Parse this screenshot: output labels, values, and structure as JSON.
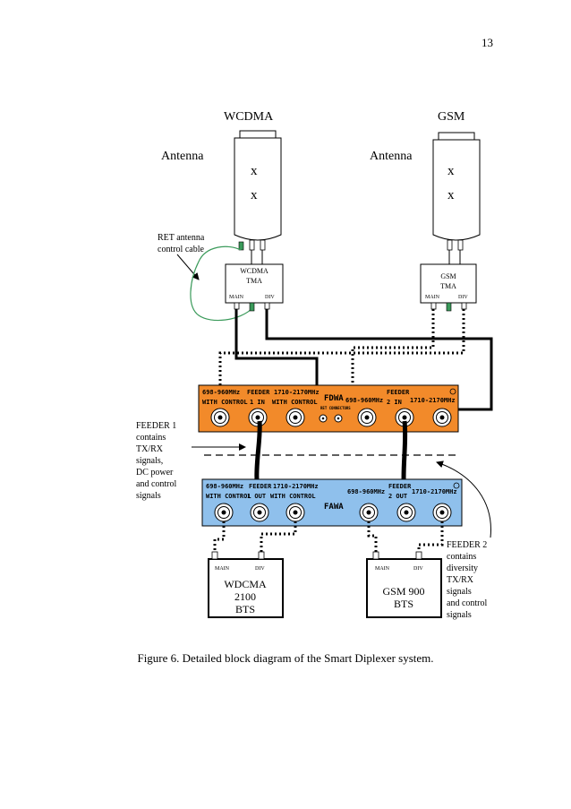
{
  "page_number": "13",
  "caption": "Figure 6. Detailed block diagram of the Smart Diplexer system.",
  "colors": {
    "fdwa": "#f28a2a",
    "fawa": "#8fc0ec",
    "ret_cable": "#3a9a5a"
  },
  "antennas": [
    {
      "system": "WCDMA",
      "label": "Antenna",
      "marks": [
        "x",
        "x"
      ]
    },
    {
      "system": "GSM",
      "label": "Antenna",
      "marks": [
        "x",
        "x"
      ]
    }
  ],
  "tmas": [
    {
      "name_line1": "WCDMA",
      "name_line2": "TMA",
      "main": "MAIN",
      "div": "DIV"
    },
    {
      "name_line1": "GSM",
      "name_line2": "TMA",
      "main": "MAIN",
      "div": "DIV"
    }
  ],
  "ret_label": [
    "RET antenna",
    "control cable"
  ],
  "fdwa": {
    "name": "FDWA",
    "band_low_1": "698-960MHz",
    "with_control_1": "WITH CONTROL",
    "feeder_1_a": "FEEDER",
    "feeder_1_b": "1 IN",
    "band_high_1": "1710-2170MHz",
    "with_control_2": "WITH CONTROL",
    "band_low_2": "698-960MHz",
    "feeder_2_a": "FEEDER",
    "feeder_2_b": "2 IN",
    "band_high_2": "1710-2170MHz",
    "ret_connectors": "RET CONNECTORS"
  },
  "fawa": {
    "name": "FAWA",
    "band_low_1": "698-960MHz",
    "with_control_1": "WITH CONTROL",
    "feeder_1_a": "FEEDER",
    "feeder_1_b": "1 OUT",
    "band_high_1": "1710-2170MHz",
    "with_control_2": "WITH CONTROL",
    "band_low_2": "698-960MHz",
    "feeder_2_a": "FEEDER",
    "feeder_2_b": "2 OUT",
    "band_high_2": "1710-2170MHz"
  },
  "feeder1_note": [
    "FEEDER 1",
    "contains",
    "TX/RX",
    "signals,",
    "DC power",
    "and control",
    "signals"
  ],
  "feeder2_note": [
    "FEEDER 2",
    "contains",
    "diversity",
    "TX/RX",
    "signals",
    "and control",
    "signals"
  ],
  "bts": [
    {
      "main": "MAIN",
      "div": "DIV",
      "lines": [
        "WDCMA",
        "2100",
        "BTS"
      ]
    },
    {
      "main": "MAIN",
      "div": "DIV",
      "lines": [
        "GSM 900",
        "BTS"
      ]
    }
  ]
}
